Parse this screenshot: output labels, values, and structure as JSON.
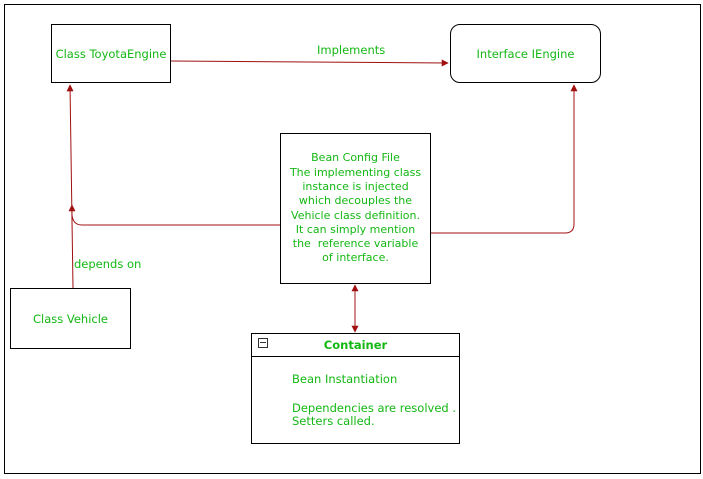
{
  "nodes": {
    "toyota_engine": "Class ToyotaEngine",
    "iengine": "Interface IEngine",
    "vehicle": "Class Vehicle",
    "bean_config": [
      "Bean Config File",
      "The implementing class",
      "instance is injected",
      "which decouples the",
      "Vehicle class definition.",
      "It can simply mention",
      "the  reference variable",
      "of interface."
    ]
  },
  "edges": {
    "implements": "Implements",
    "depends_on": "depends on"
  },
  "container": {
    "title": "Container",
    "line1": "Bean Instantiation",
    "line2": "Dependencies are resolved .",
    "line3": "Setters called."
  },
  "colors": {
    "text": "#14b814",
    "arrow": "#a01010",
    "border": "#000000"
  }
}
